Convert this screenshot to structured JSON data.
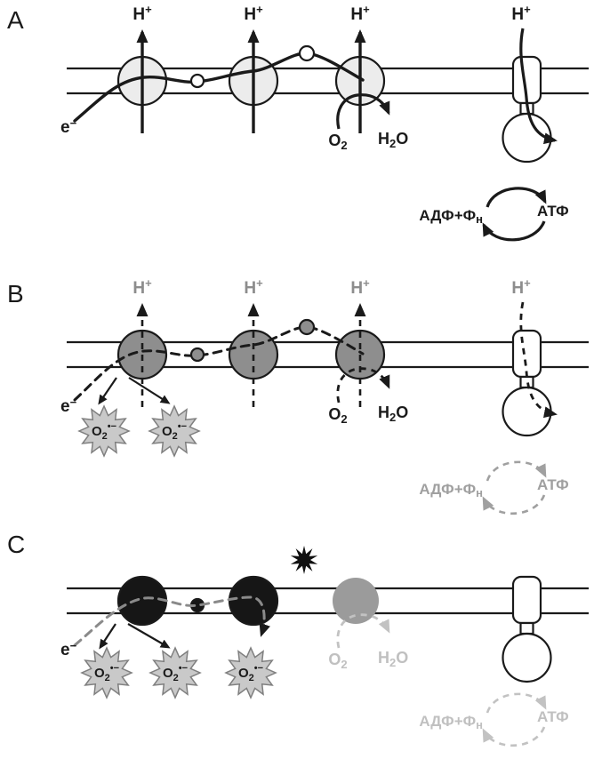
{
  "colors": {
    "complex_healthy": "#ececec",
    "complex_impaired": "#8e8e8e",
    "complex_failed": "#161616",
    "complex_inactive": "#9b9b9b",
    "carrier_healthy": "#ffffff",
    "superoxide_burst": "#c9c9c9",
    "damage_burst": "#101010",
    "atp_synthase": "#ffffff",
    "ink": "#1a1a1a",
    "dim": "#a0a0a0",
    "faded": "#c2c2c2"
  },
  "labels": {
    "panel_a": "A",
    "panel_b": "B",
    "panel_c": "C",
    "proton_base": "H",
    "proton_sup": "+",
    "electron_base": "e",
    "electron_sup": "−",
    "oxygen_base": "O",
    "oxygen_sub": "2",
    "water_h": "H",
    "water_sub": "2",
    "water_o": "O",
    "adp_base": "АДФ+Ф",
    "adp_sub": "н",
    "atp": "АТФ",
    "superoxide_base": "O",
    "superoxide_sub": "2",
    "superoxide_sup": "•−"
  }
}
